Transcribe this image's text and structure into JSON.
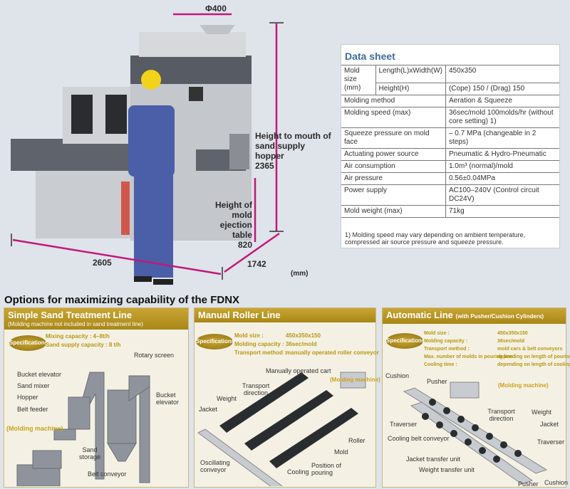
{
  "photo": {
    "diameter": "Φ400",
    "hopper_height_label_1": "Height to mouth of",
    "hopper_height_label_2": "sand supply hopper",
    "hopper_height": "2365",
    "table_height_label_1": "Height of mold",
    "table_height_label_2": "ejection table",
    "table_height": "820",
    "length": "2605",
    "depth": "1742",
    "unit": "(mm)"
  },
  "datasheet": {
    "title": "Data sheet",
    "mold_size_label": "Mold size (mm)",
    "lw_label": "Length(L)xWidth(W)",
    "lw_value": "450x350",
    "h_label": "Height(H)",
    "h_value": "(Cope) 150 / (Drag) 150",
    "rows": [
      {
        "label": "Molding method",
        "value": "Aeration & Squeeze"
      },
      {
        "label": "Molding speed (max)",
        "value": "36sec/mold 100molds/hr (without core setting) 1)"
      },
      {
        "label": "Squeeze pressure on mold face",
        "value": "– 0.7 MPa (changeable in 2 steps)"
      },
      {
        "label": "Actuating power source",
        "value": "Pneumatic & Hydro-Pneumatic"
      },
      {
        "label": "Air consumption",
        "value": "1.0m³ (normal)/mold"
      },
      {
        "label": "Air pressure",
        "value": "0.56±0.04MPa"
      },
      {
        "label": "Power supply",
        "value": "AC100–240V (Control circuit DC24V)"
      },
      {
        "label": "Mold weight (max)",
        "value": "71kg"
      }
    ],
    "footnote": "1) Molding speed may vary depending on ambient temperature, compressed air source pressure and squeeze pressure."
  },
  "options": {
    "title": "Options for maximizing capability of the FDNX",
    "spec_badge": "Specifications",
    "simple": {
      "title": "Simple Sand Treatment Line",
      "subtitle": "(Molding machine not included in sand treatment line)",
      "spec": [
        "Mixing capacity :      4–8t/h",
        "Sand supply capacity : 8 t/h"
      ],
      "labels": {
        "rotary": "Rotary screen",
        "bucket1": "Bucket elevator",
        "mixer": "Sand mixer",
        "hopper": "Hopper",
        "feeder": "Belt feeder",
        "molding": "(Molding machine)",
        "bucket2": "Bucket elevator",
        "storage": "Sand storage",
        "belt": "Belt conveyor"
      }
    },
    "manual": {
      "title": "Manual Roller Line",
      "spec": [
        {
          "k": "Mold size :",
          "v": "450x350x150"
        },
        {
          "k": "Molding capacity :",
          "v": "36sec/mold"
        },
        {
          "k": "Transport method :",
          "v": "manually operated roller conveyor"
        }
      ],
      "labels": {
        "cart": "Manually operated cart",
        "molding": "(Molding machine)",
        "transport": "Transport direction",
        "weight": "Weight",
        "jacket": "Jacket",
        "roller": "Roller",
        "mold": "Mold",
        "osc": "Oscillating conveyor",
        "cooling": "Cooling",
        "pouring": "Position of pouring"
      }
    },
    "auto": {
      "title": "Automatic Line",
      "subtitle": "(with Pusher/Cushion Cylinders)",
      "spec": [
        {
          "k": "Mold size :",
          "v": "450x350x150"
        },
        {
          "k": "Molding capacity :",
          "v": "36sec/mold"
        },
        {
          "k": "Transport method :",
          "v": "mold cars & belt conveyors"
        },
        {
          "k": "Max. number of molds in pouring line :",
          "v": "depending on length of pouring line"
        },
        {
          "k": "Cooling time :",
          "v": "depending on length of cooling line"
        }
      ],
      "labels": {
        "cushion1": "Cushion",
        "pusher1": "Pusher",
        "molding": "(Molding machine)",
        "traverser1": "Traverser",
        "cooling": "Cooling belt conveyor",
        "transport": "Transport direction",
        "weight": "Weight",
        "jacket": "Jacket",
        "traverser2": "Traverser",
        "jtu": "Jacket transfer unit",
        "wtu": "Weight transfer unit",
        "pusher2": "Pusher",
        "cushion2": "Cushion"
      }
    }
  },
  "colors": {
    "accent": "#b8962a",
    "dimension": "#c2187a",
    "title_blue": "#3f6b98"
  }
}
